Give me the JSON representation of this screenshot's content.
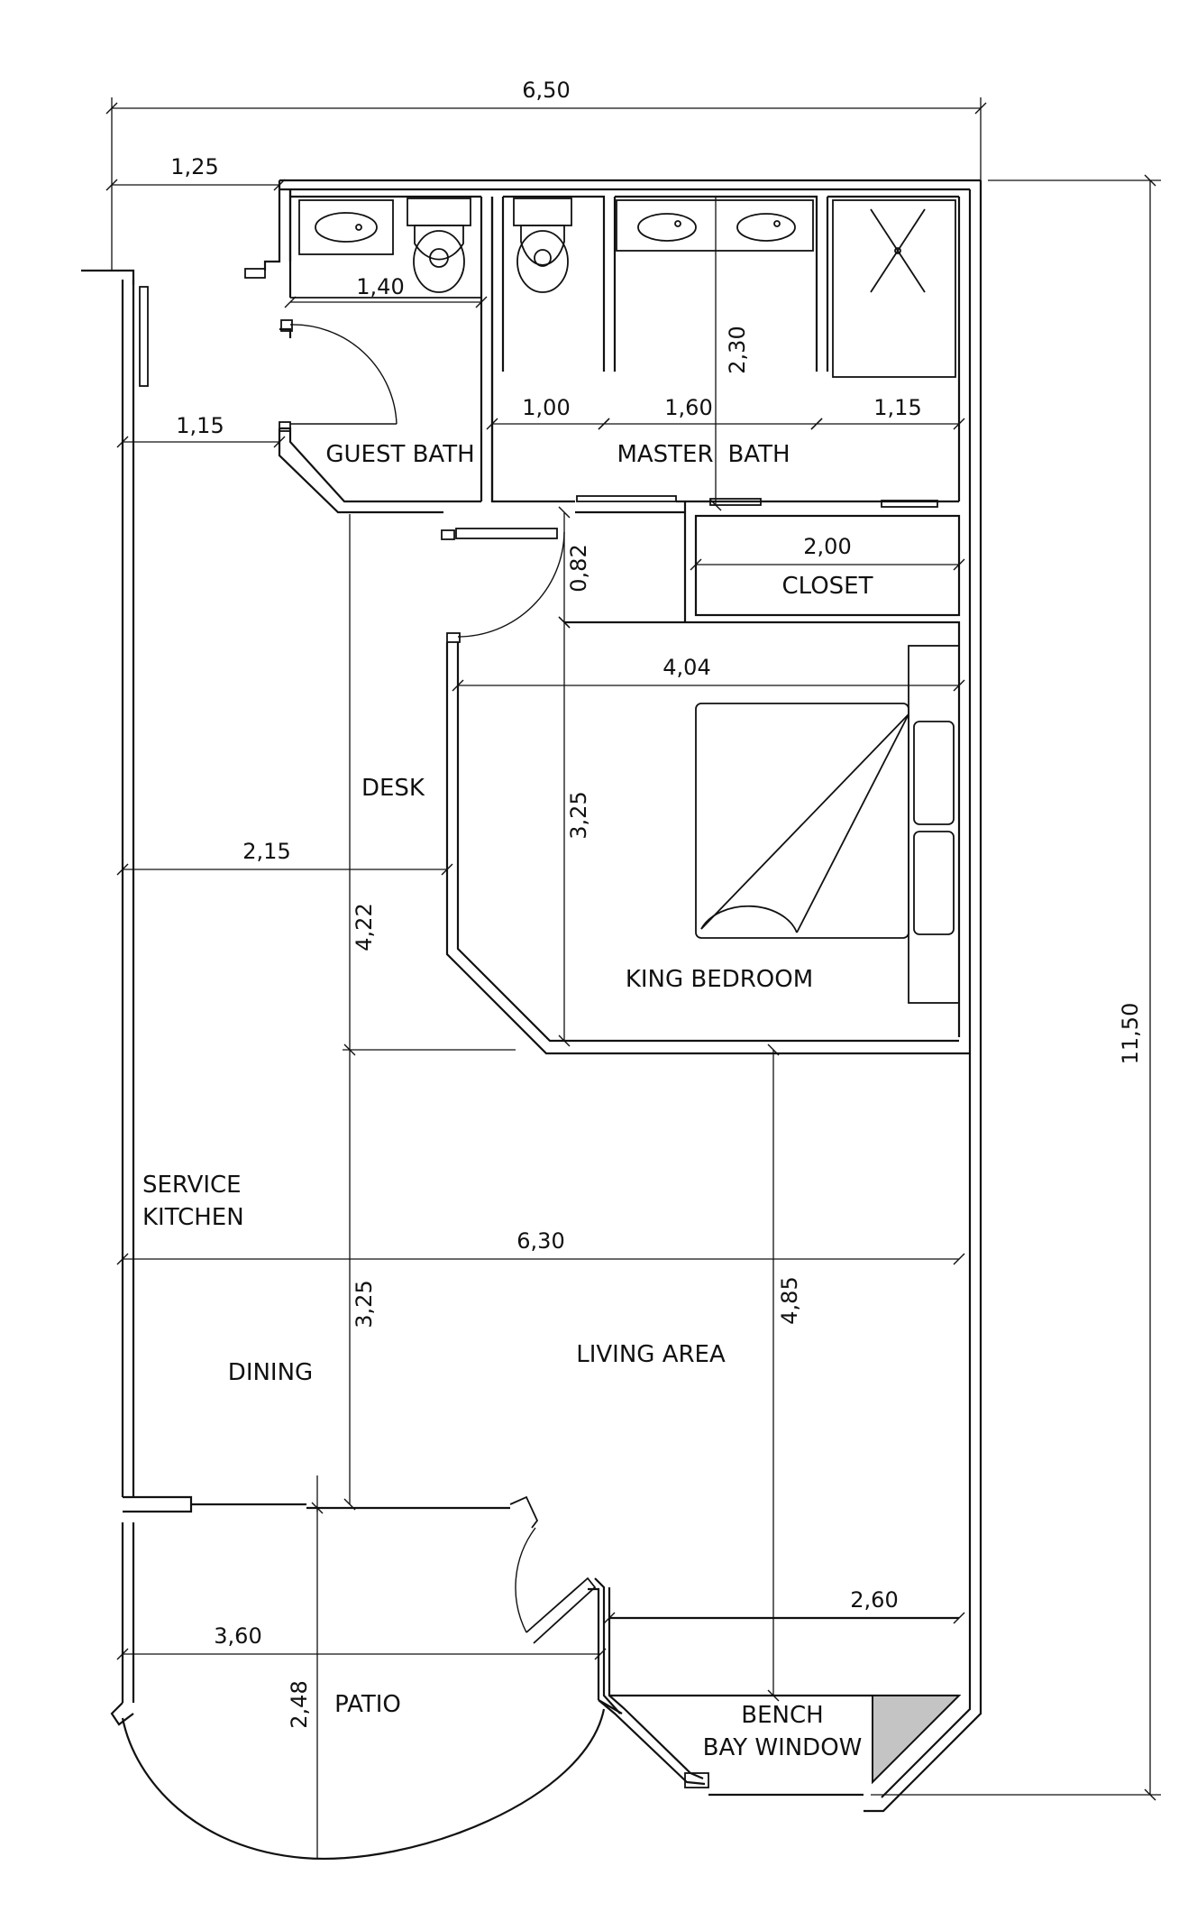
{
  "rooms": {
    "guest_bath": "GUEST BATH",
    "master_bath_1": "MASTER",
    "master_bath_2": "BATH",
    "closet": "CLOSET",
    "desk": "DESK",
    "king_bedroom": "KING BEDROOM",
    "service_kitchen_1": "SERVICE",
    "service_kitchen_2": "KITCHEN",
    "dining": "DINING",
    "living_area": "LIVING AREA",
    "patio": "PATIO",
    "bench": "BENCH",
    "bay_window": "BAY WINDOW"
  },
  "dimensions": {
    "overall_width": "6,50",
    "overall_height": "11,50",
    "entry_width": "1,25",
    "guest_bath_width": "1,40",
    "hall_width": "1,15",
    "wc_width": "1,00",
    "vanity_width": "1,60",
    "shower_width": "1,15",
    "master_bath_depth": "2,30",
    "closet_width": "2,00",
    "closet_passage": "0,82",
    "bedroom_width": "4,04",
    "bedroom_depth": "3,25",
    "kitchen_width": "2,15",
    "desk_length": "4,22",
    "living_width": "6,30",
    "dining_depth": "3,25",
    "living_depth": "4,85",
    "bench_width": "2,60",
    "patio_width": "3,60",
    "patio_depth": "2,48"
  }
}
